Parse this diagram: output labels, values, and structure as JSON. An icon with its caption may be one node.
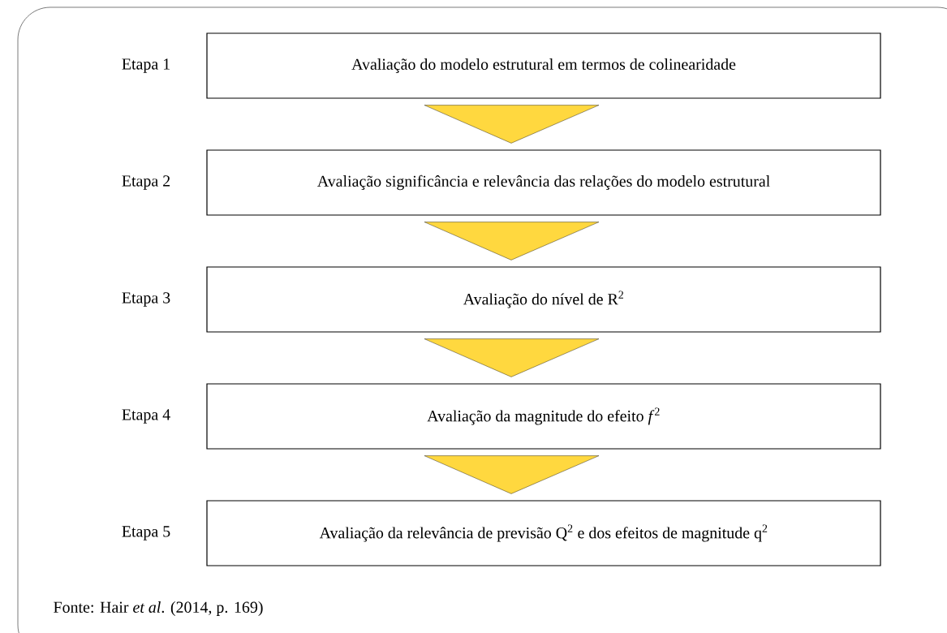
{
  "diagram": {
    "caption": "Fonte: Hair *et al*. (2014, p. 169)",
    "nodes": [
      {
        "text": [
          "Avaliação do modelo estrutural em termos de colinearidade"
        ],
        "beside": [
          "Etapa 1"
        ]
      },
      {
        "text": [
          "Avaliação significância e relevância das relações do modelo estrutural"
        ],
        "beside": [
          "Etapa 2"
        ]
      },
      {
        "text": [
          "Avaliação do nível de R$^{2}$"
        ],
        "beside": [
          "Etapa 3"
        ]
      },
      {
        "text": [
          "Avaliação da magnitude do efeito *f*$^{2}$"
        ],
        "beside": [
          "Etapa 4"
        ]
      },
      {
        "text": [
          "Avaliação da relevância de previsão Q$^{2}$ e dos efeitos de magnitude q$^{2}$"
        ],
        "beside": [
          "Etapa 5"
        ]
      }
    ],
    "edges": [
      {
        "from": 0,
        "to": 1,
        "arrow": "to"
      },
      {
        "from": 1,
        "to": 2,
        "arrow": "to"
      },
      {
        "from": 2,
        "to": 3,
        "arrow": "to"
      },
      {
        "from": 3,
        "to": 4,
        "arrow": "to"
      }
    ]
  }
}
